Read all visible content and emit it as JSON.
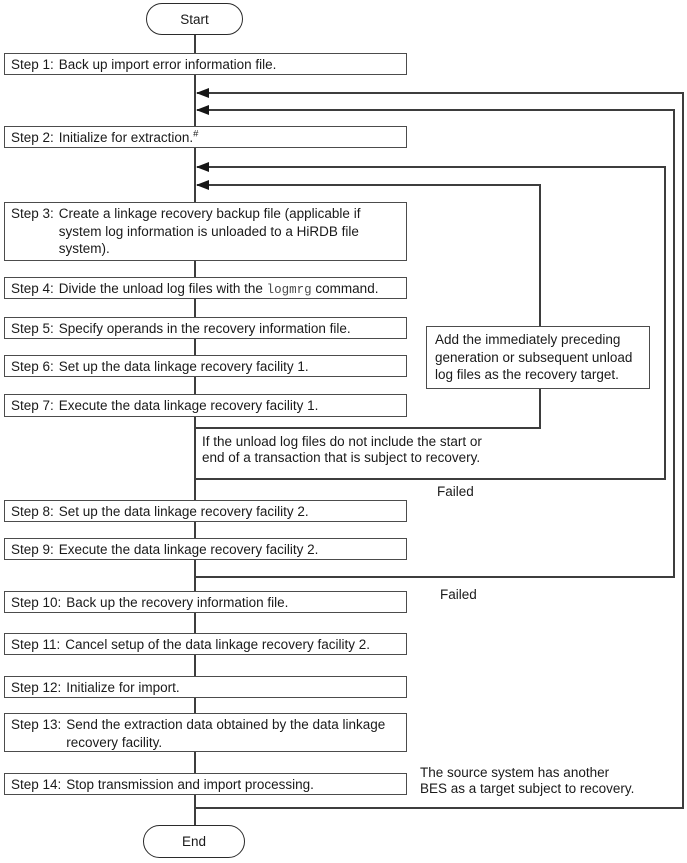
{
  "nodes": {
    "start": "Start",
    "end": "End"
  },
  "steps": [
    {
      "label": "Step 1:",
      "text": "Back up import error information file."
    },
    {
      "label": "Step 2:",
      "text": "Initialize for extraction.",
      "sup": "#"
    },
    {
      "label": "Step 3:",
      "text": "Create a linkage recovery backup file (applicable if system log information is unloaded to a HiRDB file system)."
    },
    {
      "label": "Step 4:",
      "text_pre": "Divide the unload log files with the ",
      "code": "logmrg",
      "text_post": " command."
    },
    {
      "label": "Step 5:",
      "text": "Specify operands in the recovery information file."
    },
    {
      "label": "Step 6:",
      "text": "Set up the data linkage recovery facility 1."
    },
    {
      "label": "Step 7:",
      "text": "Execute the data linkage recovery facility 1."
    },
    {
      "label": "Step 8:",
      "text": "Set up the data linkage recovery facility 2."
    },
    {
      "label": "Step 9:",
      "text": "Execute the data linkage recovery facility 2."
    },
    {
      "label": "Step 10:",
      "text": "Back up the recovery information file."
    },
    {
      "label": "Step 11:",
      "text": "Cancel setup of the data linkage recovery facility 2."
    },
    {
      "label": "Step 12:",
      "text": "Initialize for import."
    },
    {
      "label": "Step 13:",
      "text": "Send the extraction data obtained by the data linkage recovery facility."
    },
    {
      "label": "Step 14:",
      "text": "Stop transmission and import processing."
    }
  ],
  "annotations": {
    "add_log_files": "Add the immediately preceding generation or subsequent unload log files as the recovery target.",
    "unload_condition_line1": "If the unload log files do not include the start or",
    "unload_condition_line2": "end of a transaction that is subject to recovery.",
    "failed_1": "Failed",
    "failed_2": "Failed",
    "source_note_line1": "The source system has another",
    "source_note_line2": "BES as a target subject to recovery."
  },
  "colors": {
    "background": "#ffffff",
    "line": "#3d3d3d",
    "box_border": "#4c4c4c",
    "text": "#1a1a1a"
  }
}
